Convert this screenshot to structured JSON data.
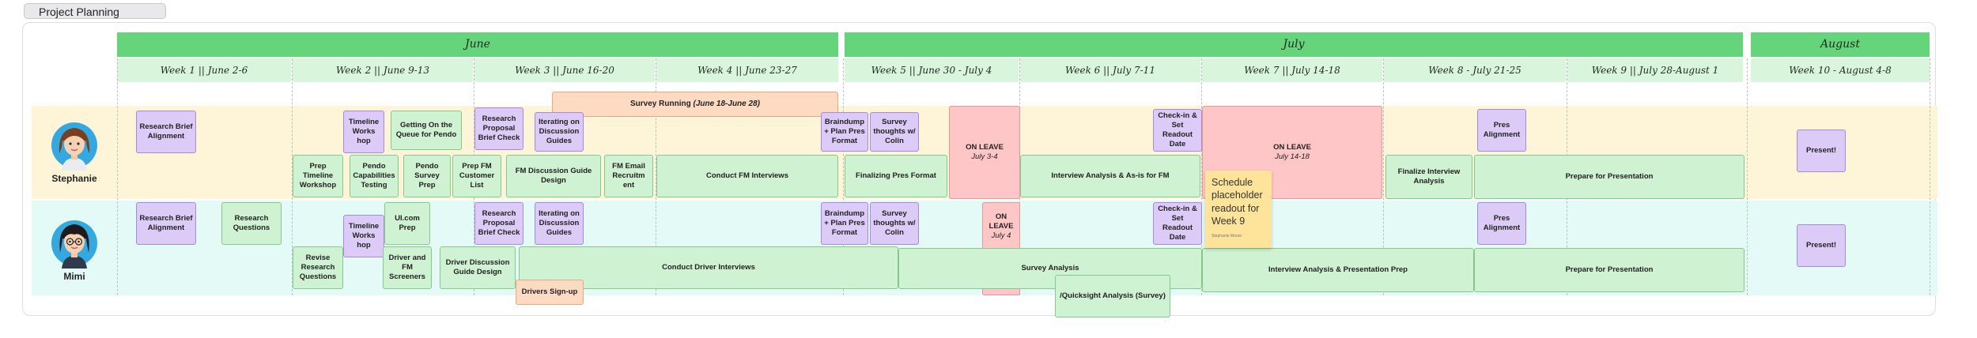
{
  "board": {
    "title": "Project Planning Calendar"
  },
  "months": [
    {
      "label": "June"
    },
    {
      "label": "July"
    },
    {
      "label": "August"
    }
  ],
  "weeks": [
    {
      "label": "Week 1 || June 2-6"
    },
    {
      "label": "Week 2 || June 9-13"
    },
    {
      "label": "Week 3 || June 16-20"
    },
    {
      "label": "Week 4 || June 23-27"
    },
    {
      "label": "Week 5 || June 30 - July 4"
    },
    {
      "label": "Week 6 || July 7-11"
    },
    {
      "label": "Week 7 || July 14-18"
    },
    {
      "label": "Week 8 - July 21-25"
    },
    {
      "label": "Week 9 || July 28-August 1"
    },
    {
      "label": "Week 10 - August 4-8"
    }
  ],
  "people": {
    "stephanie": {
      "name": "Stephanie"
    },
    "mimi": {
      "name": "Mimi"
    }
  },
  "cards": {
    "survey_running": {
      "label": "Survey Running",
      "sub": "(June 18-June 28)"
    },
    "s_research_brief": "Research Brief Alignment",
    "s_timeline_workshop_short": "Timeline Works hop",
    "s_getting_on_queue": "Getting On the Queue for Pendo",
    "s_research_proposal": "Research Proposal Brief Check",
    "s_iterating_guides": "Iterating on Discussion Guides",
    "s_braindump": "Braindump + Plan Pres Format",
    "s_survey_thoughts": "Survey thoughts w/ Colin",
    "s_on_leave": {
      "label": "ON LEAVE",
      "sub": "July 3-4"
    },
    "s_checkin_readout": "Check-in & Set Readout Date",
    "s_on_leave_2": {
      "label": "ON LEAVE",
      "sub": "July 14-18"
    },
    "s_pres_alignment": "Pres Alignment",
    "s_present": "Present!",
    "s_prep_timeline_workshop": "Prep Timeline Workshop",
    "s_pendo_capabilities": "Pendo Capabilities Testing",
    "s_pendo_survey_prep": "Pendo Survey Prep",
    "s_prep_fm_customer_list": "Prep FM Customer List",
    "s_fm_guide_design": "FM Discussion Guide Design",
    "s_fm_email_recruitment": "FM Email Recruitm ent",
    "s_conduct_fm_interviews": "Conduct FM Interviews",
    "s_finalizing_pres_format": "Finalizing Pres Format",
    "s_interview_analysis_fm": "Interview Analysis & As-is for FM",
    "s_finalize_interview_analysis": "Finalize Interview Analysis",
    "s_prepare_presentation": "Prepare for Presentation",
    "m_research_brief": "Research Brief Alignment",
    "m_research_questions": "Research Questions",
    "m_timeline_workshop_short": "Timeline Works hop",
    "m_uicom_prep": "UI.com Prep",
    "m_research_proposal": "Research Proposal Brief Check",
    "m_iterating_guides": "Iterating on Discussion Guides",
    "m_braindump": "Braindump + Plan Pres Format",
    "m_survey_thoughts": "Survey thoughts w/ Colin",
    "m_on_leave": {
      "label": "ON LEAVE",
      "sub": "July 4"
    },
    "m_checkin_readout": "Check-in & Set Readout Date",
    "m_pres_alignment": "Pres Alignment",
    "m_present": "Present!",
    "m_revise_research_questions": "Revise Research Questions",
    "m_driver_fm_screeners": "Driver and FM Screeners",
    "m_driver_guide_design": "Driver Discussion Guide Design",
    "m_conduct_driver_interviews": "Conduct Driver Interviews",
    "m_drivers_signup": "Drivers Sign-up",
    "m_survey_analysis": "Survey Analysis",
    "m_quicksight_analysis": "/Quicksight Analysis (Survey)",
    "m_interview_analysis_prep": "Interview Analysis & Presentation Prep",
    "m_prepare_presentation": "Prepare for Presentation"
  },
  "sticky": {
    "text": "Schedule placeholder readout for Week 9",
    "author": "Stephanie Moore"
  },
  "colors": {
    "month_header": "#66d47a",
    "week_header": "#d9f5dc",
    "lane_stephanie": "#fef4d8",
    "lane_mimi": "#e4faf6",
    "card_purple": "#dccbf7",
    "card_green": "#cff2d2",
    "card_red": "#fec6c6",
    "card_orange": "#fddbc3",
    "sticky_note": "#fde49a"
  }
}
